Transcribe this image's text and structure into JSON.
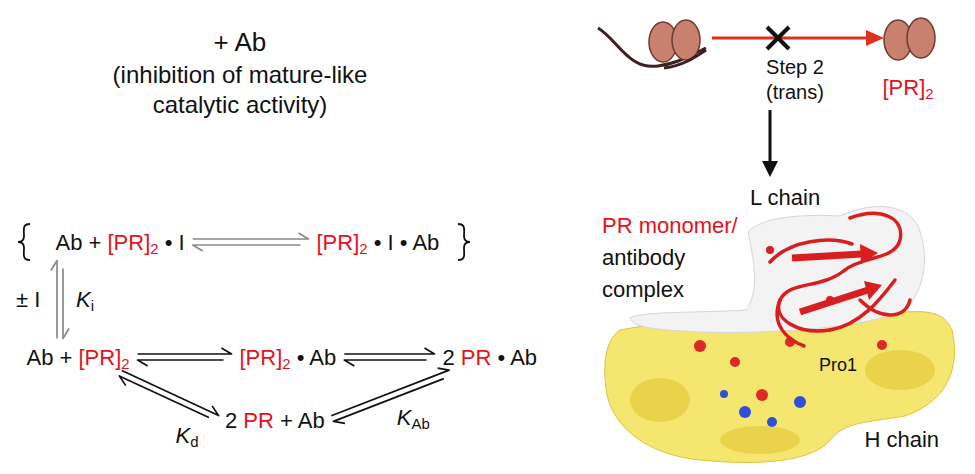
{
  "diagram": {
    "title": "+ Ab",
    "nodes": [
      {
        "text": [
          "Ab + [PR]2 • I"
        ]
      },
      {
        "text": [
          "[PR]2 • I • Ab"
        ]
      },
      {
        "text": [
          "Ab + [PR]2"
        ]
      },
      {
        "text": [
          "[PR]2 • Ab"
        ]
      },
      {
        "text": [
          "2 PR • Ab"
        ]
      },
      {
        "text": [
          "2 PR + Ab"
        ]
      }
    ],
    "edges": [
      {
        "from": 0,
        "to": 1,
        "arrow": "both"
      },
      {
        "from": 2,
        "to": 0,
        "label": "± I",
        "arrow": "both"
      },
      {
        "from": 2,
        "to": 3,
        "arrow": "both"
      },
      {
        "from": 3,
        "to": 4,
        "arrow": "both"
      },
      {
        "from": 2,
        "to": 5,
        "label": "Kd",
        "arrow": "both"
      },
      {
        "from": 5,
        "to": 4,
        "label": "KAb",
        "arrow": "both"
      }
    ],
    "labels": [
      "(inhibition of mature-like catalytic activity)",
      "Ki",
      "Step 2 (trans)",
      "[PR]2",
      "L chain",
      "PR monomer/",
      "antibody complex",
      "Pro1",
      "H chain"
    ]
  }
}
